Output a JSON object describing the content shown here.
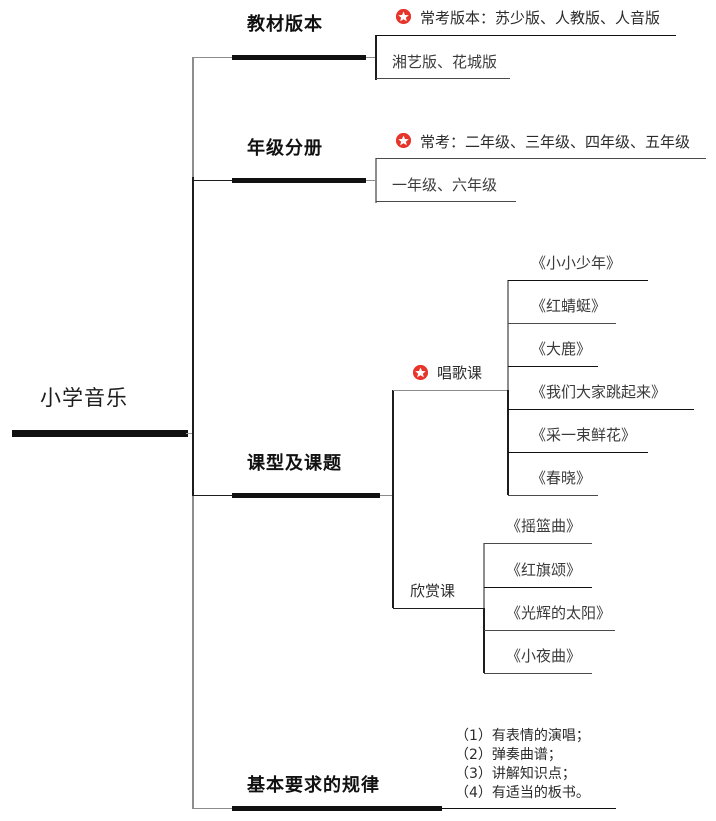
{
  "diagram": {
    "type": "mind-map",
    "title": "小学音乐",
    "accent_color": "#e8352b",
    "line_color": "#5a5a5a",
    "node_underline_color": "#111111",
    "background": "#ffffff"
  },
  "root": {
    "label": "小学音乐"
  },
  "branches": [
    {
      "label": "教材版本",
      "children": [
        {
          "label": "常考版本：苏少版、人教版、人音版",
          "starred": true
        },
        {
          "label": "湘艺版、花城版",
          "starred": false
        }
      ]
    },
    {
      "label": "年级分册",
      "children": [
        {
          "label": "常考：二年级、三年级、四年级、五年级",
          "starred": true
        },
        {
          "label": "一年级、六年级",
          "starred": false
        }
      ]
    },
    {
      "label": "课型及课题",
      "children": [
        {
          "label": "唱歌课",
          "starred": true,
          "songs": [
            "《小小少年》",
            "《红蜻蜓》",
            "《大鹿》",
            "《我们大家跳起来》",
            "《采一束鲜花》",
            "《春晓》"
          ]
        },
        {
          "label": "欣赏课",
          "starred": false,
          "songs": [
            "《摇篮曲》",
            "《红旗颂》",
            "《光辉的太阳》",
            "《小夜曲》"
          ]
        }
      ]
    },
    {
      "label": "基本要求的规律",
      "children": [
        {
          "label": "（1）有表情的演唱；\n（2）弹奏曲谱；\n（3）讲解知识点；\n（4）有适当的板书。",
          "starred": false
        }
      ]
    }
  ],
  "icons": {
    "star": "star-icon"
  }
}
